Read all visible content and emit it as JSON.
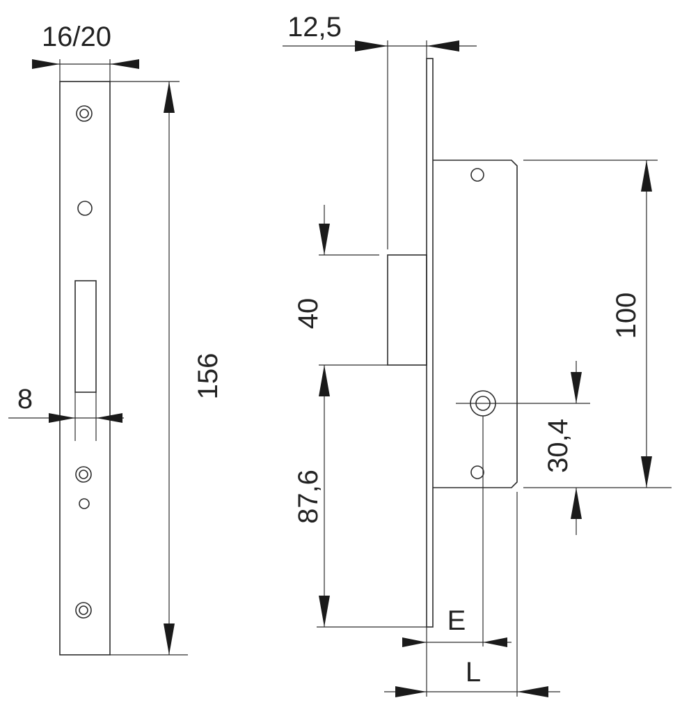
{
  "dimensions": {
    "faceplate_width": "16/20",
    "faceplate_length": "156",
    "cylinder_slot_width": "8",
    "faceplate_thickness": "12,5",
    "latch_height": "40",
    "latch_to_bottom": "87,6",
    "case_height": "100",
    "spindle_to_case_bottom": "30,4",
    "backset_E": "E",
    "case_depth_L": "L"
  }
}
